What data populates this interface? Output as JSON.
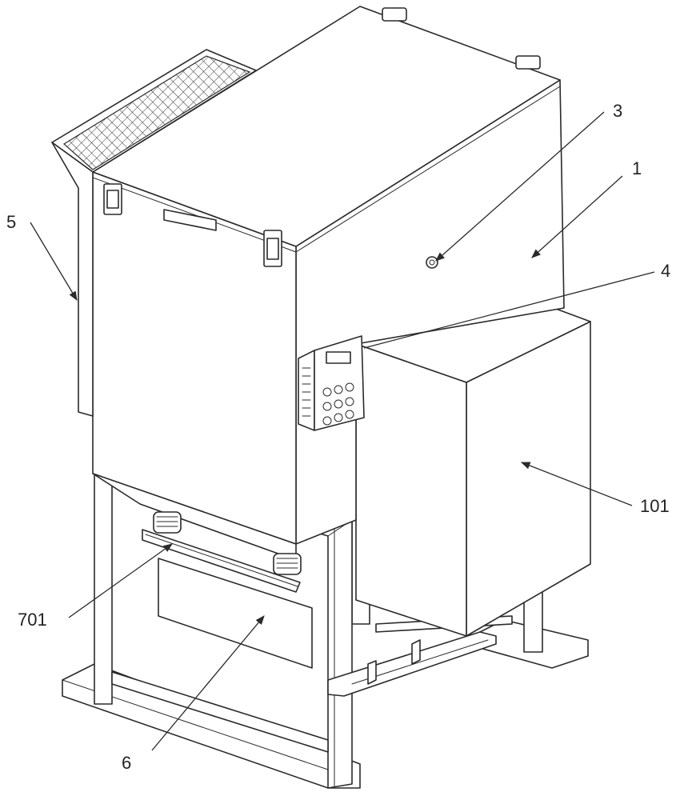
{
  "labels": {
    "l1": "1",
    "l3": "3",
    "l4": "4",
    "l5": "5",
    "l6": "6",
    "l101": "101",
    "l701": "701"
  },
  "colors": {
    "line": "#2a2a2a",
    "background": "#ffffff"
  }
}
